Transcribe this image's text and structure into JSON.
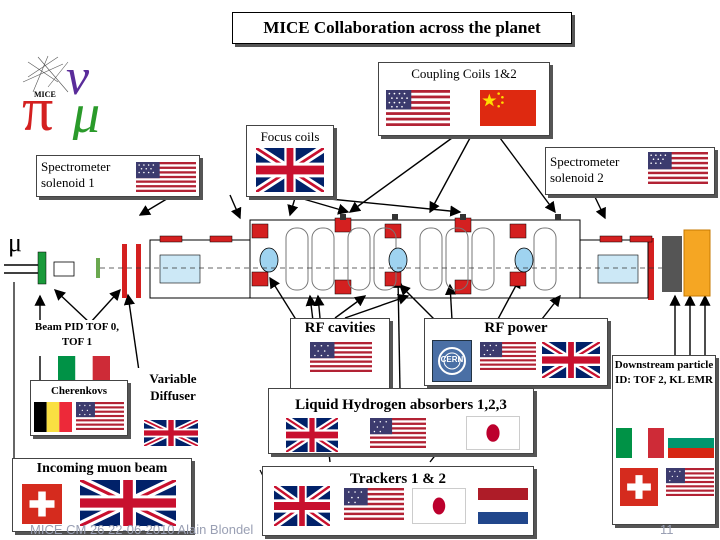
{
  "title": "MICE Collaboration across the planet",
  "logo": {
    "text": "MICE"
  },
  "labels": {
    "coupling_coils": "Coupling Coils 1&2",
    "focus_coils": "Focus coils",
    "spectrometer_1": "Spectrometer solenoid 1",
    "spectrometer_2": "Spectrometer solenoid 2",
    "mu": "μ",
    "beam_pid": "Beam PID TOF 0, TOF 1",
    "cherenkovs": "Cherenkovs",
    "variable_diffuser": "Variable Diffuser",
    "incoming_beam": "Incoming muon beam",
    "rf_cavities": "RF cavities",
    "rf_power": "RF power",
    "cern": "CERN",
    "lh2_absorbers": "Liquid Hydrogen absorbers 1,2,3",
    "trackers": "Trackers 1 & 2",
    "downstream_pid": "Downstream particle ID: TOF 2, KL EMR"
  },
  "footer": {
    "text": "MICE CM 26 22-06-2010 Alain Blondel",
    "page": "11"
  },
  "colors": {
    "shadow": "#555555",
    "magnet_red": "#d42020",
    "lh2_blue": "#9fd3f0",
    "pipe_blue": "#cce8f6"
  }
}
